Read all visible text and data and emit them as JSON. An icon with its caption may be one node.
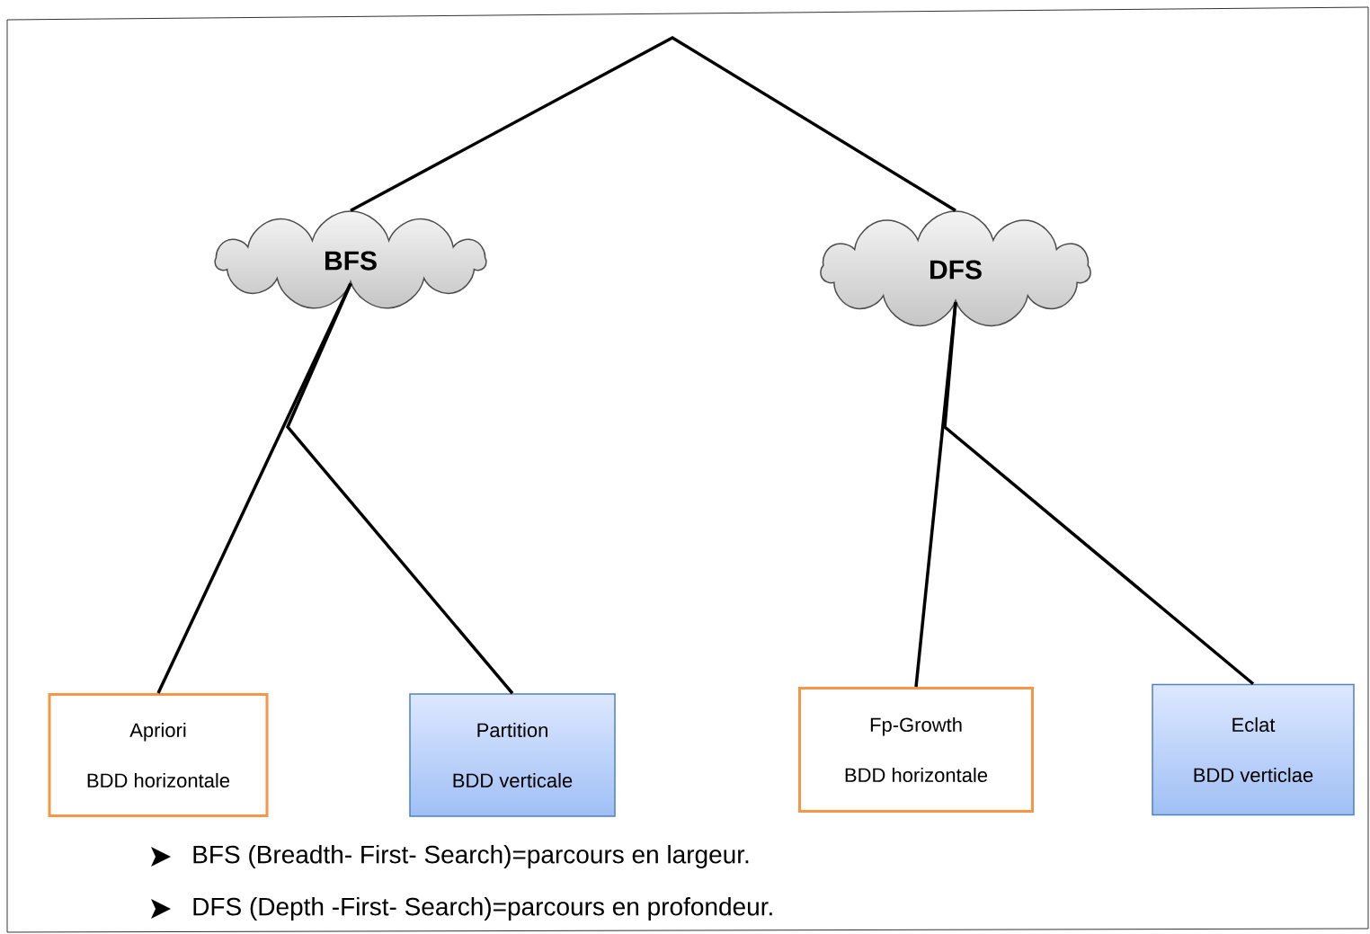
{
  "diagram": {
    "nodes": [
      {
        "text": [
          "BFS"
        ]
      },
      {
        "text": [
          "DFS"
        ]
      },
      {
        "text": [
          "Apriori",
          "BDD horizontale"
        ]
      },
      {
        "text": [
          "Partition",
          "BDD verticale"
        ]
      },
      {
        "text": [
          "Fp-Growth",
          "BDD horizontale"
        ]
      },
      {
        "text": [
          "Eclat",
          "BDD verticlae"
        ]
      }
    ],
    "edges": [
      {
        "from": 0,
        "to": 1,
        "arrow": "none"
      },
      {
        "from": 0,
        "to": 2,
        "arrow": "none"
      },
      {
        "from": 0,
        "to": 3,
        "arrow": "none"
      },
      {
        "from": 1,
        "to": 4,
        "arrow": "none"
      },
      {
        "from": 1,
        "to": 5,
        "arrow": "none"
      }
    ],
    "labels": [
      "BFS (Breadth- First- Search)=parcours en largeur.",
      "DFS (Depth -First- Search)=parcours en profondeur."
    ]
  }
}
